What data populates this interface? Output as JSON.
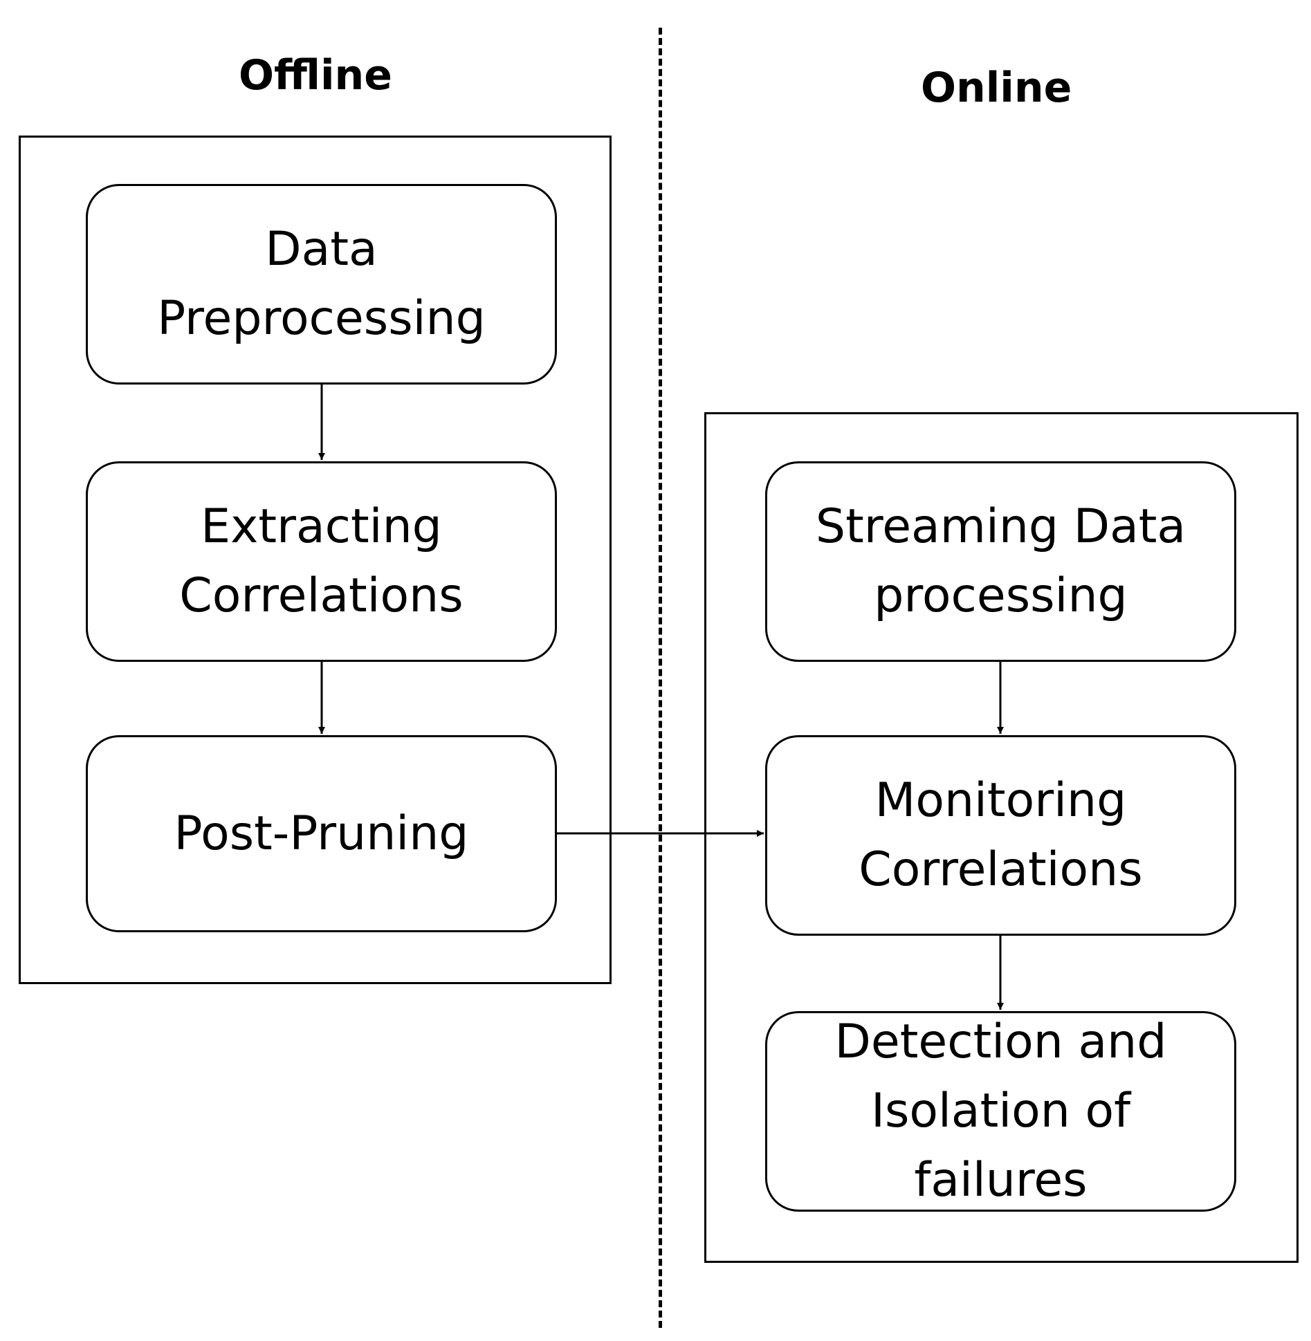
{
  "sections": {
    "offline": {
      "title": "Offline"
    },
    "online": {
      "title": "Online"
    }
  },
  "nodes": {
    "data_preprocessing": "Data\nPreprocessing",
    "extracting_correlations": "Extracting\nCorrelations",
    "post_pruning": "Post-Pruning",
    "streaming_data_processing": "Streaming Data\nprocessing",
    "monitoring_correlations": "Monitoring\nCorrelations",
    "detection_isolation": "Detection and\nIsolation of\nfailures"
  },
  "edges": [
    {
      "from": "data_preprocessing",
      "to": "extracting_correlations"
    },
    {
      "from": "extracting_correlations",
      "to": "post_pruning"
    },
    {
      "from": "post_pruning",
      "to": "monitoring_correlations"
    },
    {
      "from": "streaming_data_processing",
      "to": "monitoring_correlations"
    },
    {
      "from": "monitoring_correlations",
      "to": "detection_isolation"
    }
  ]
}
